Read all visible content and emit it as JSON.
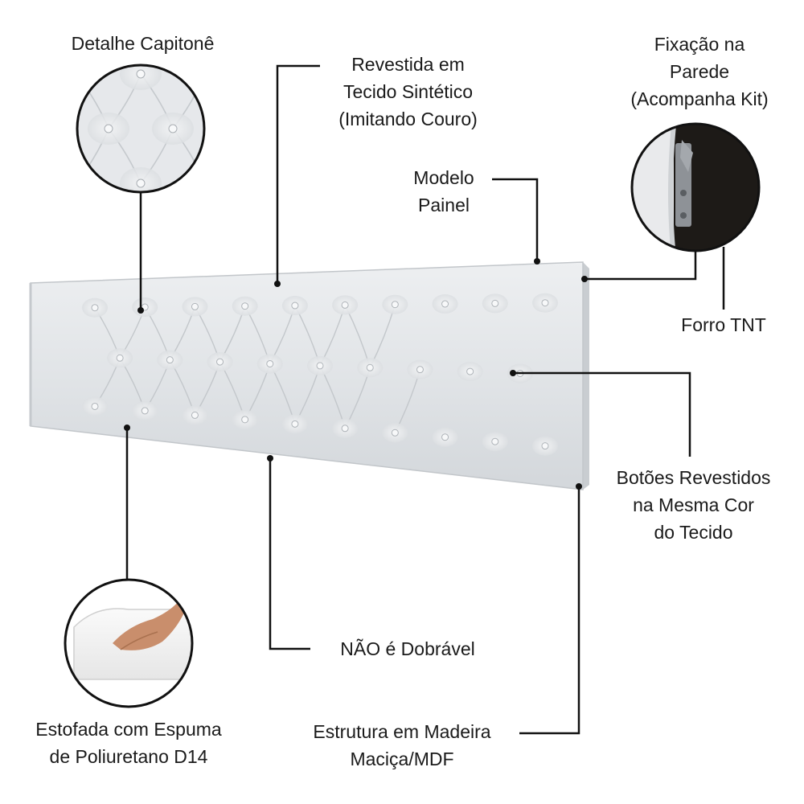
{
  "labels": {
    "capitone": [
      "Detalhe Capitonê"
    ],
    "tecido": [
      "Revestida em",
      "Tecido Sintético",
      "(Imitando Couro)"
    ],
    "modelo": [
      "Modelo",
      "Painel"
    ],
    "fixacao": [
      "Fixação na",
      "Parede",
      "(Acompanha Kit)"
    ],
    "forro": [
      "Forro TNT"
    ],
    "botoes": [
      "Botões Revestidos",
      "na Mesma Cor",
      "do Tecido"
    ],
    "dobravel": [
      "NÃO é Dobrável"
    ],
    "espuma": [
      "Estofada com Espuma",
      "de Poliuretano D14"
    ],
    "estrutura": [
      "Estrutura em Madeira",
      "Maciça/MDF"
    ]
  },
  "colors": {
    "panel": "#e3e6e9",
    "panel_shadow": "#c7cbcf",
    "line": "#111111",
    "mount_back": "#1d1a17",
    "bracket": "#8e9297"
  }
}
